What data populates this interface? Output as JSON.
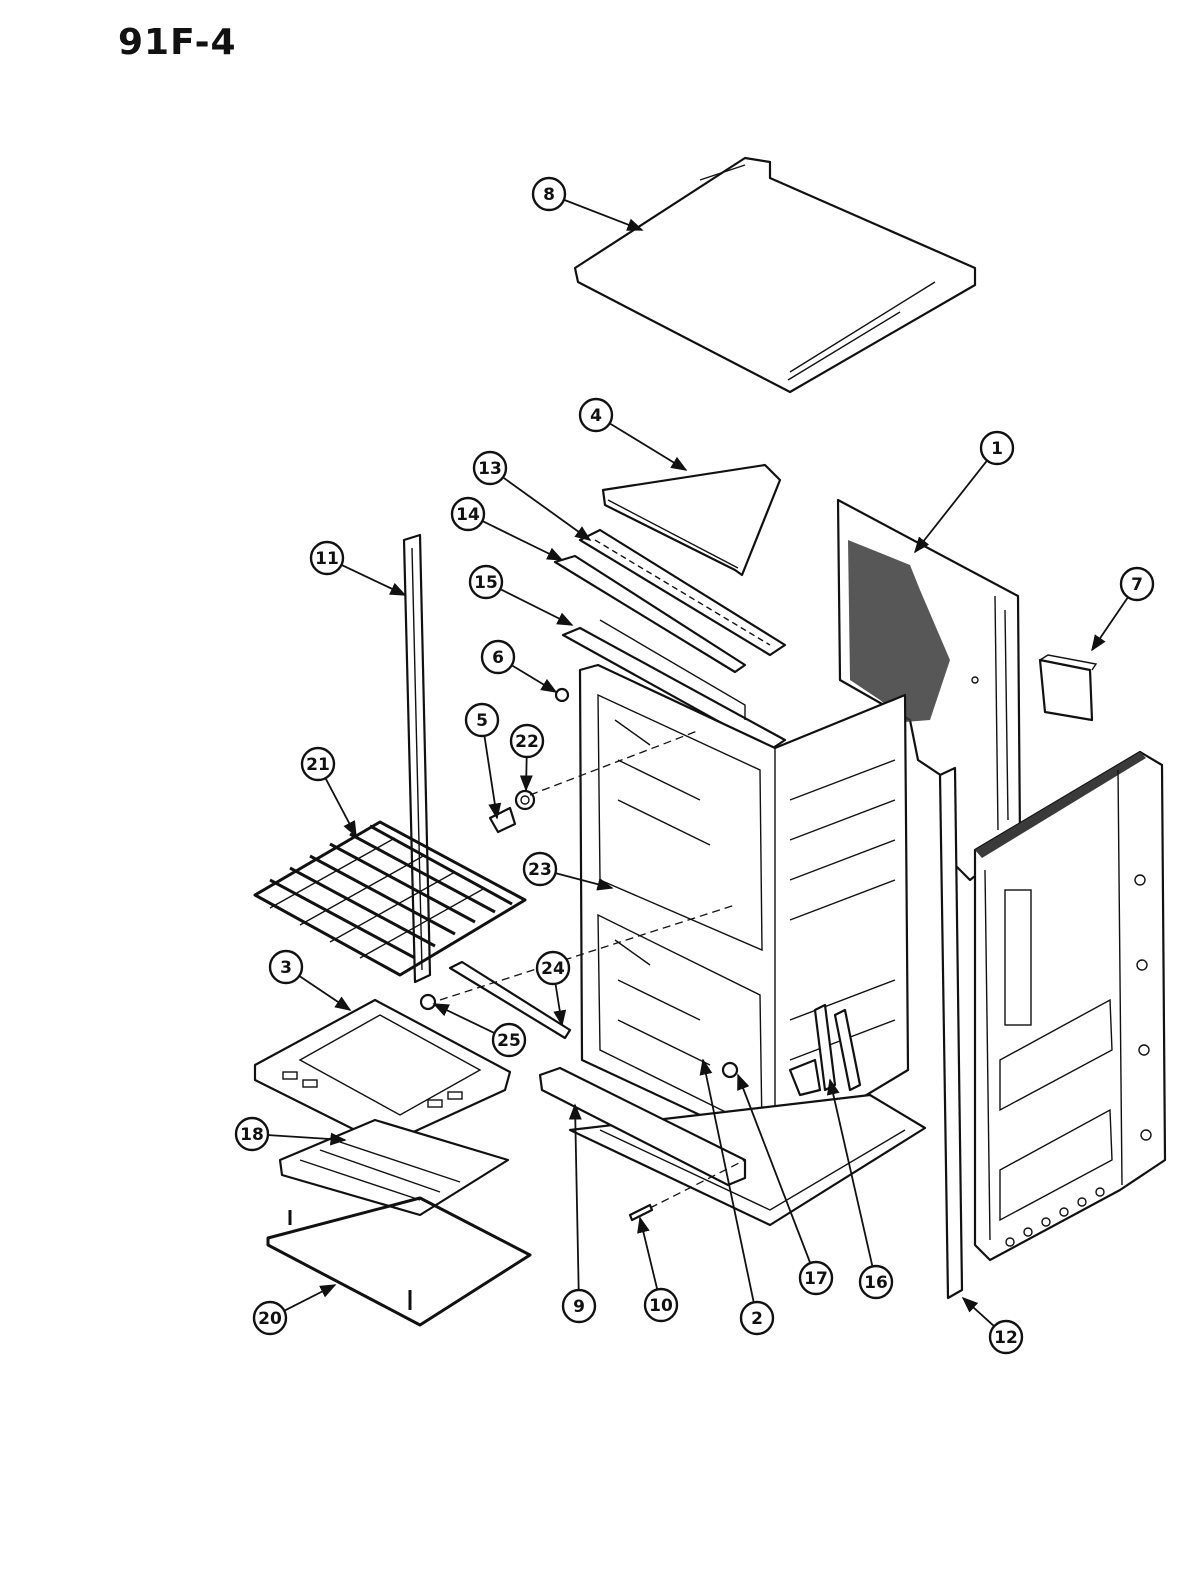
{
  "page": {
    "title": "91F-4"
  },
  "callouts": [
    {
      "label": "8"
    },
    {
      "label": "4"
    },
    {
      "label": "1"
    },
    {
      "label": "7"
    },
    {
      "label": "13"
    },
    {
      "label": "14"
    },
    {
      "label": "15"
    },
    {
      "label": "11"
    },
    {
      "label": "6"
    },
    {
      "label": "5"
    },
    {
      "label": "22"
    },
    {
      "label": "21"
    },
    {
      "label": "23"
    },
    {
      "label": "24"
    },
    {
      "label": "3"
    },
    {
      "label": "25"
    },
    {
      "label": "18"
    },
    {
      "label": "20"
    },
    {
      "label": "9"
    },
    {
      "label": "10"
    },
    {
      "label": "2"
    },
    {
      "label": "17"
    },
    {
      "label": "16"
    },
    {
      "label": "12"
    }
  ],
  "arrow_color": "#111111"
}
